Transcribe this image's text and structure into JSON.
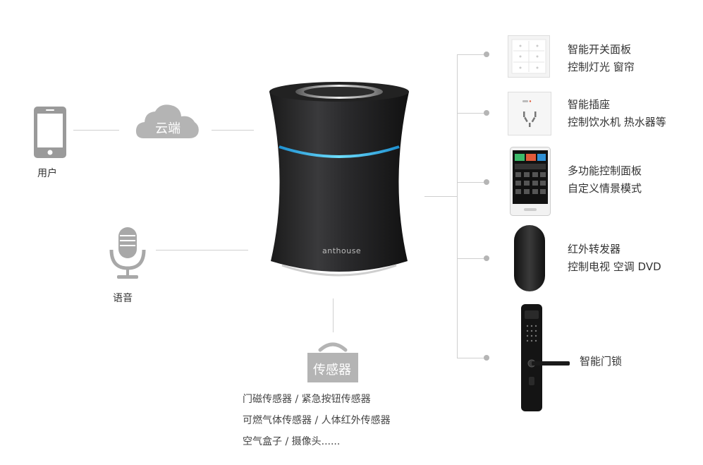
{
  "left": {
    "user_label": "用户",
    "cloud_label": "云端",
    "voice_label": "语音"
  },
  "hub": {
    "brand": "anthouse"
  },
  "sensor": {
    "box_label": "传感器",
    "lines": [
      "门磁传感器 / 紧急按钮传感器",
      "可燃气体传感器 / 人体红外传感器",
      "空气盒子 / 摄像头......"
    ]
  },
  "devices": [
    {
      "title": "智能开关面板",
      "desc": "控制灯光 窗帘"
    },
    {
      "title": "智能插座",
      "desc": "控制饮水机 热水器等"
    },
    {
      "title": "多功能控制面板",
      "desc": "自定义情景模式"
    },
    {
      "title": "红外转发器",
      "desc": "控制电视 空调 DVD"
    },
    {
      "title": "智能门锁",
      "desc": ""
    }
  ]
}
